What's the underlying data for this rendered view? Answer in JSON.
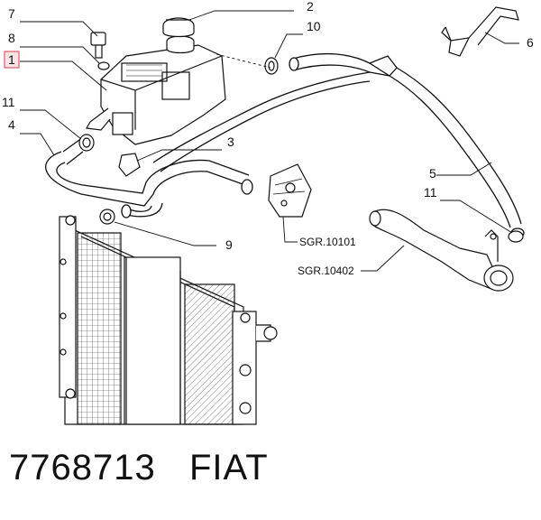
{
  "callouts": {
    "c7": "7",
    "c2": "2",
    "c10": "10",
    "c8": "8",
    "c6": "6",
    "c1": "1",
    "c11a": "11",
    "c4": "4",
    "c3": "3",
    "c5": "5",
    "c11b": "11",
    "c9": "9"
  },
  "refs": {
    "sgr10101": "SGR.10101",
    "sgr10402": "SGR.10402"
  },
  "footer": {
    "part_number": "7768713",
    "brand": "FIAT"
  },
  "colors": {
    "line": "#111111",
    "highlight_box": "#e05a6a",
    "highlight_fill": "#fbe3e6"
  }
}
